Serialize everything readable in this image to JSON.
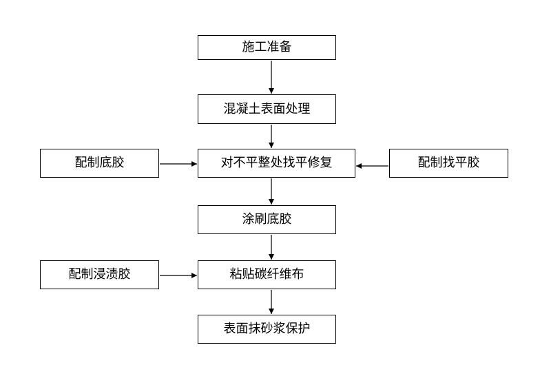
{
  "steps": {
    "prep": "施工准备",
    "surface": "混凝土表面处理",
    "leveling": "对不平整处找平修复",
    "primer_coat": "涂刷底胶",
    "paste": "粘贴碳纤维布",
    "mortar": "表面抹砂浆保护"
  },
  "side_inputs": {
    "primer_mix": "配制底胶",
    "leveling_mix": "配制找平胶",
    "impregnating_mix": "配制浸渍胶"
  },
  "colors": {
    "stroke": "#000000",
    "background": "#ffffff"
  }
}
